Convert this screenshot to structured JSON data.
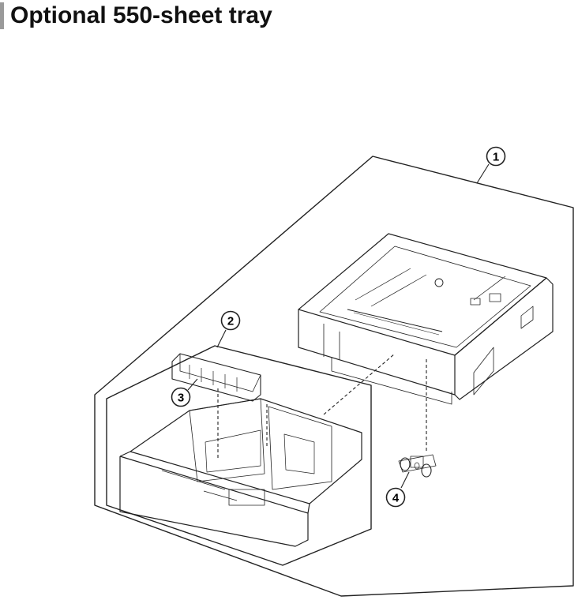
{
  "title": "Optional 550-sheet tray",
  "callouts": [
    {
      "number": "1"
    },
    {
      "number": "2"
    },
    {
      "number": "3"
    },
    {
      "number": "4"
    }
  ]
}
